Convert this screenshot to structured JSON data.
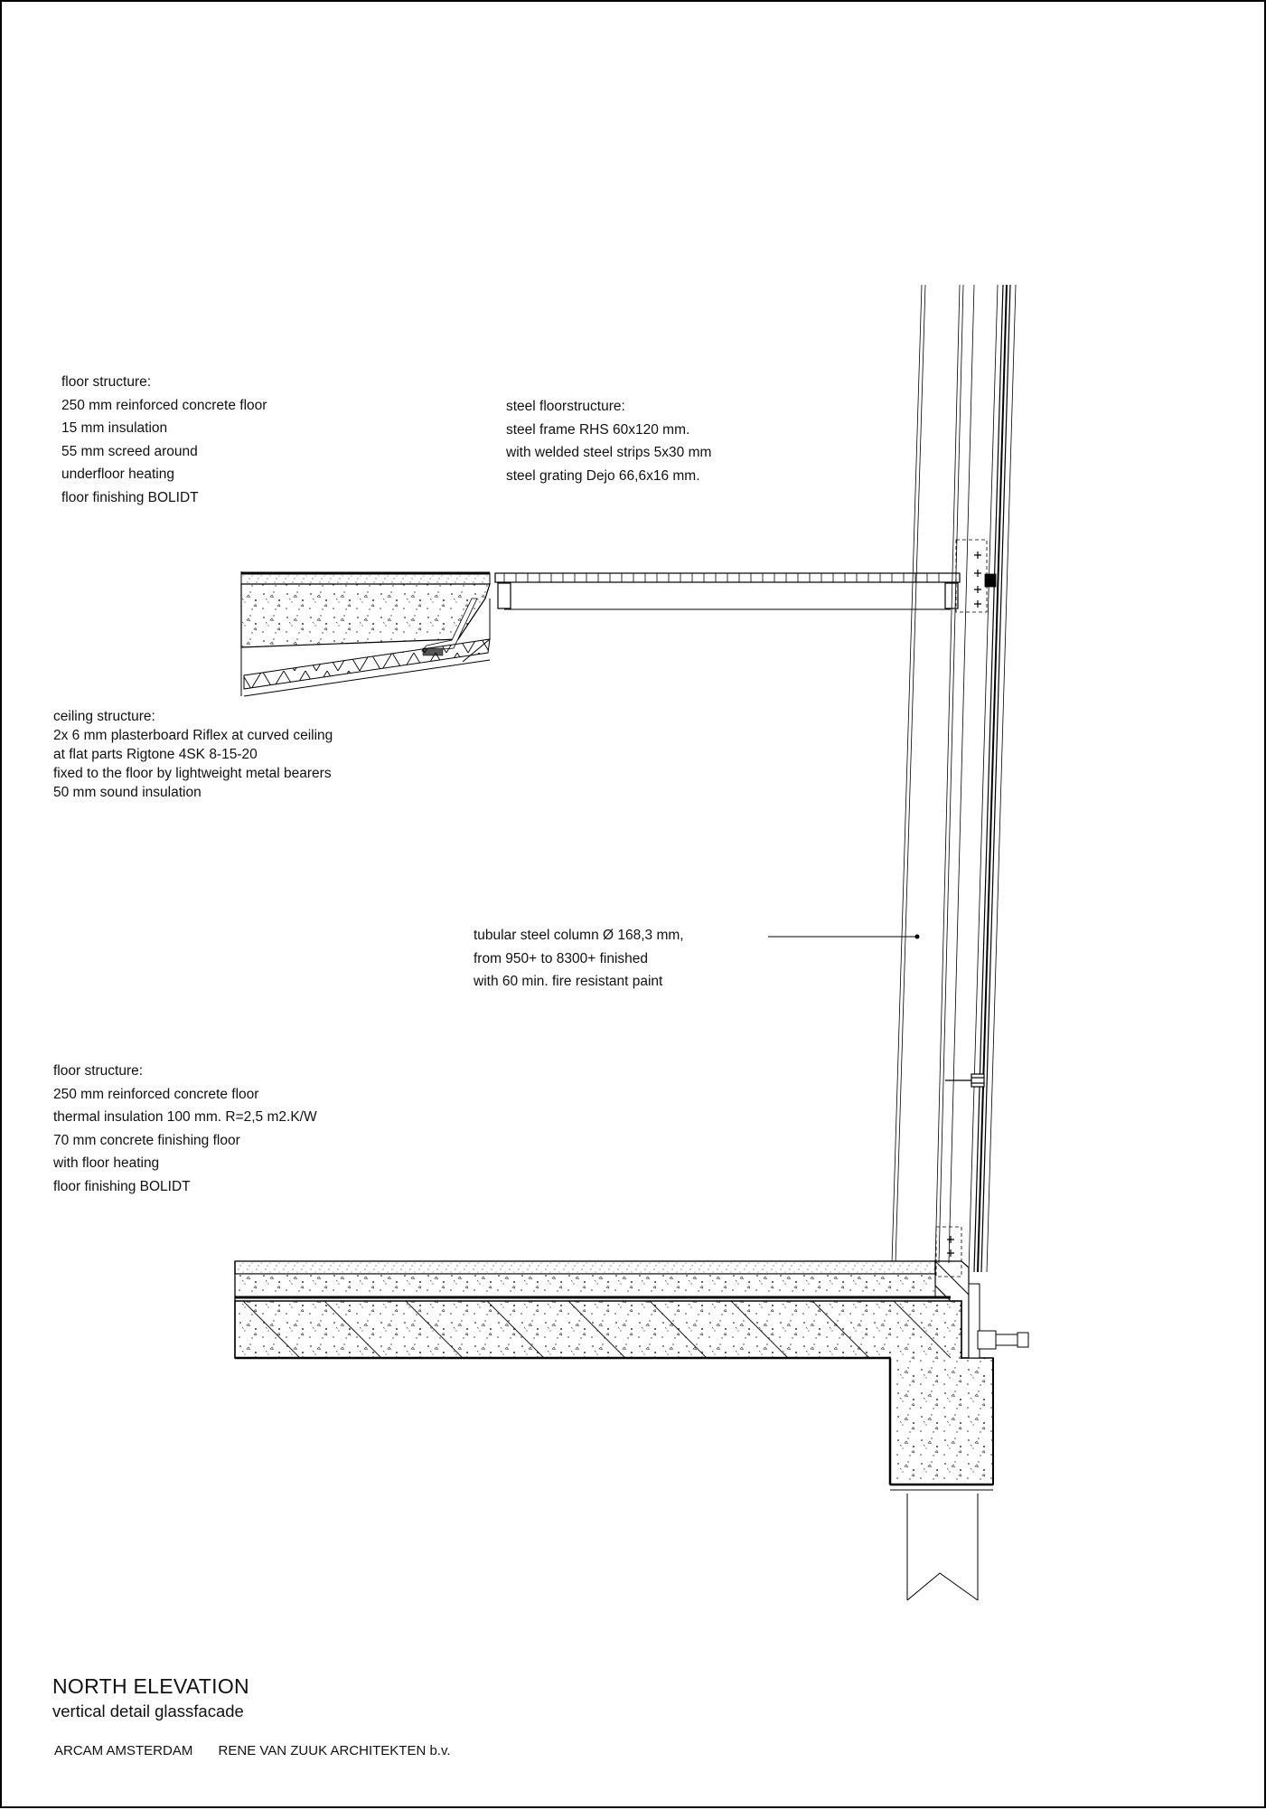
{
  "notes": {
    "floor_upper": {
      "heading": "floor structure:",
      "lines": [
        "250 mm reinforced concrete floor",
        "15 mm insulation",
        "55 mm screed around",
        "underfloor heating",
        "floor finishing BOLIDT"
      ]
    },
    "steel_floor": {
      "heading": "steel floorstructure:",
      "lines": [
        "steel frame RHS 60x120 mm.",
        "with welded steel strips 5x30 mm",
        "steel grating Dejo 66,6x16 mm."
      ]
    },
    "ceiling": {
      "heading": "ceiling structure:",
      "lines": [
        "2x 6 mm plasterboard Riflex at curved ceiling",
        "at flat parts Rigtone 4SK 8-15-20",
        "fixed to the floor by lightweight metal bearers",
        "50 mm sound insulation"
      ]
    },
    "column": {
      "lines": [
        "tubular steel column  Ø  168,3 mm,",
        "from 950+ to 8300+ finished",
        "with 60 min. fire resistant paint"
      ]
    },
    "floor_ground": {
      "heading": "floor structure:",
      "lines": [
        "250 mm reinforced concrete floor",
        "thermal insulation 100 mm. R=2,5 m2.K/W",
        "70 mm concrete finishing floor",
        "with floor heating",
        "floor finishing BOLIDT"
      ]
    }
  },
  "title_block": {
    "title": "NORTH ELEVATION",
    "subtitle": "vertical detail glassfacade",
    "client": "ARCAM  AMSTERDAM",
    "architect": "RENE VAN ZUUK ARCHITEKTEN b.v."
  }
}
